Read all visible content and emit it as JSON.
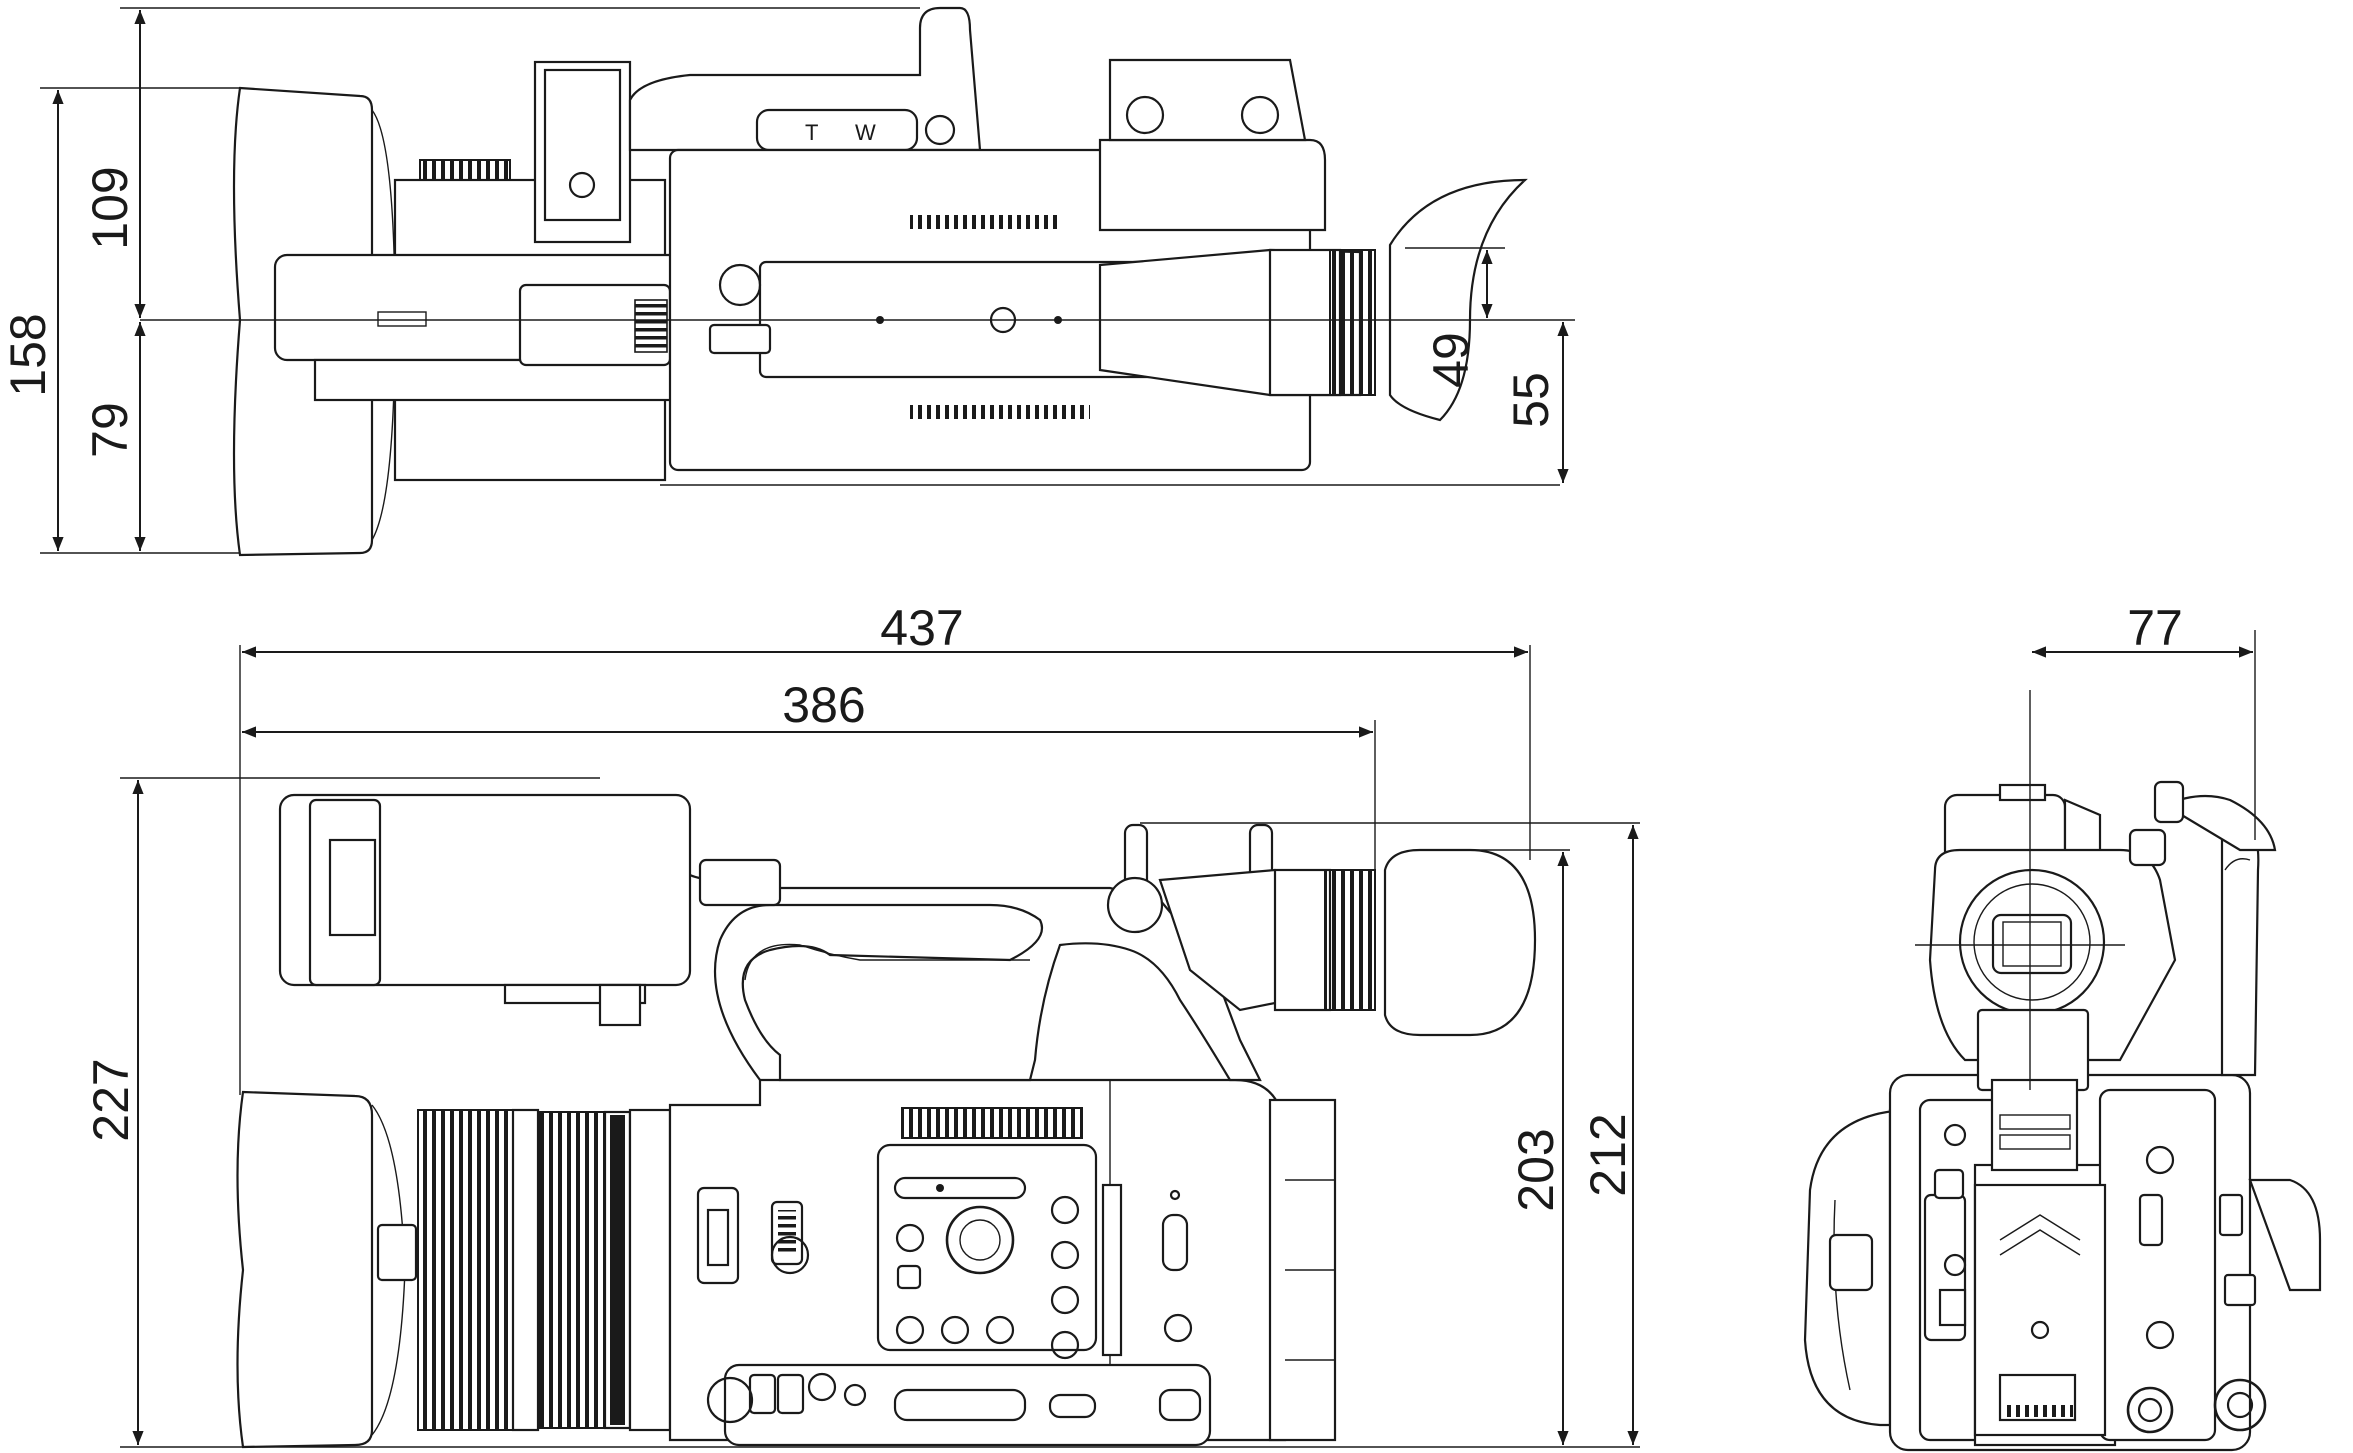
{
  "dimensions": {
    "top_view": {
      "height_total": "158",
      "height_upper": "109",
      "height_lower": "79",
      "eyecup_small": "49",
      "eyecup_large": "55"
    },
    "side_view": {
      "length_overall": "437",
      "length_body": "386",
      "height_overall": "227",
      "height_handle": "212",
      "height_body": "203"
    },
    "rear_view": {
      "width": "77"
    }
  },
  "icons": {
    "zoom_rocker_w": "W",
    "zoom_rocker_t": "T"
  },
  "colors": {
    "line": "#1a1a1a",
    "background": "#ffffff"
  }
}
